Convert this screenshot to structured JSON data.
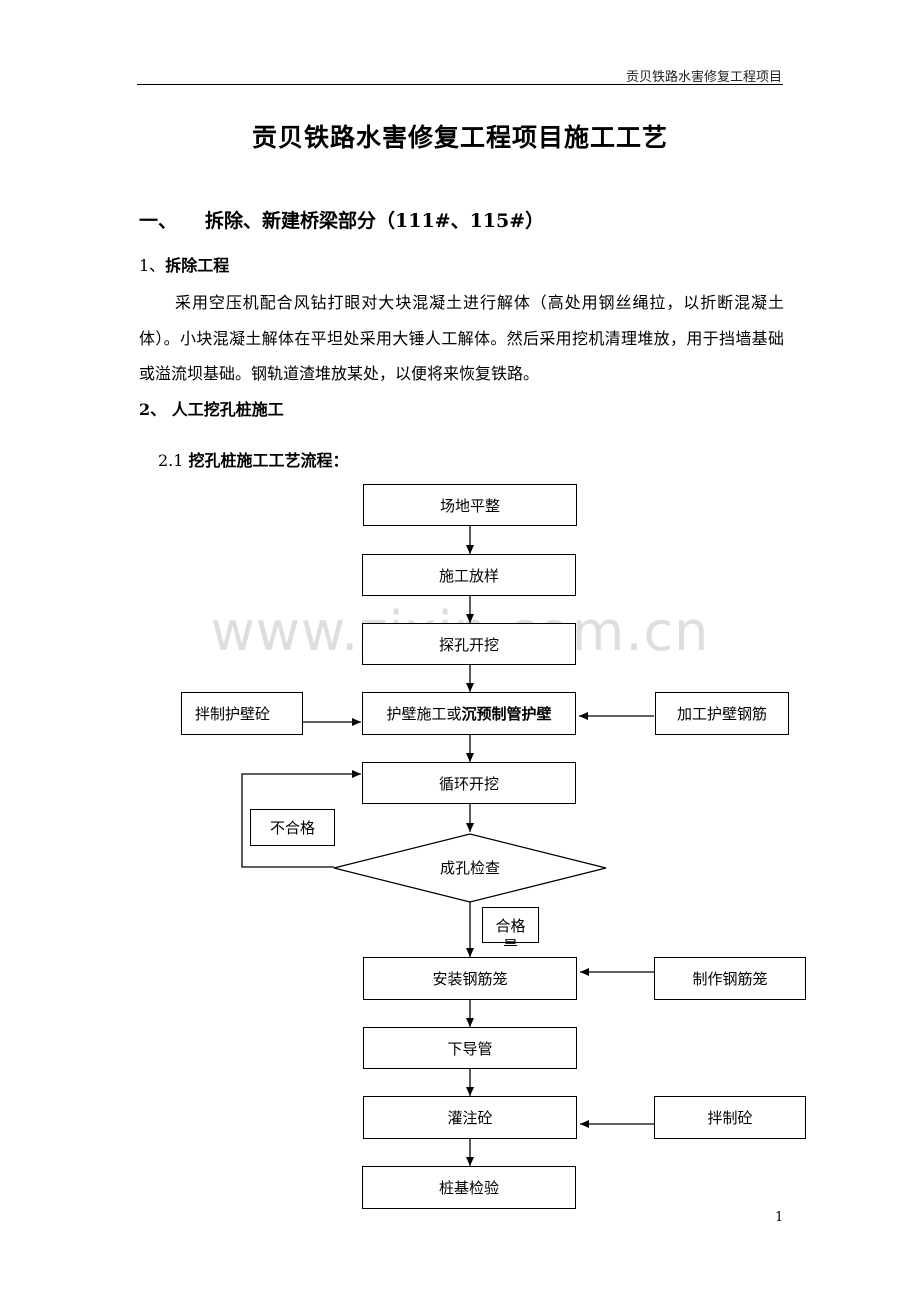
{
  "header": {
    "running_title": "贡贝铁路水害修复工程项目"
  },
  "title": "贡贝铁路水害修复工程项目施工工艺",
  "section1": {
    "number": "一、",
    "heading": "拆除、新建桥梁部分（111#、115#）"
  },
  "sub1": {
    "number": "1、",
    "heading": "拆除工程"
  },
  "paragraph1": "采用空压机配合风钻打眼对大块混凝土进行解体（高处用钢丝绳拉，以折断混凝土体）。小块混凝土解体在平坦处采用大锤人工解体。然后采用挖机清理堆放，用于挡墙基础或溢流坝基础。钢轨道渣堆放某处，以便将来恢复铁路。",
  "sub2": {
    "heading": "2、 人工挖孔桩施工"
  },
  "sub21": {
    "number": "2.1",
    "heading": "挖孔桩施工工艺流程："
  },
  "flow": {
    "steps": [
      "场地平整",
      "施工放样",
      "探孔开挖",
      "循环开挖",
      "安装钢筋笼",
      "下导管",
      "灌注砼",
      "桩基检验"
    ],
    "retaining_wall": {
      "plain": "护壁施工或",
      "bold": "沉预制管护壁"
    },
    "check": "成孔检查",
    "side_left": "拌制护壁砼",
    "side_right": "加工护壁钢筋",
    "side_cage": "制作钢筋笼",
    "side_concrete": "拌制砼",
    "fail_label": "不合格",
    "pass_label": "合格",
    "pass_label_clipped": "是"
  },
  "watermark": "www.zixin.com.cn",
  "page_number": "1"
}
